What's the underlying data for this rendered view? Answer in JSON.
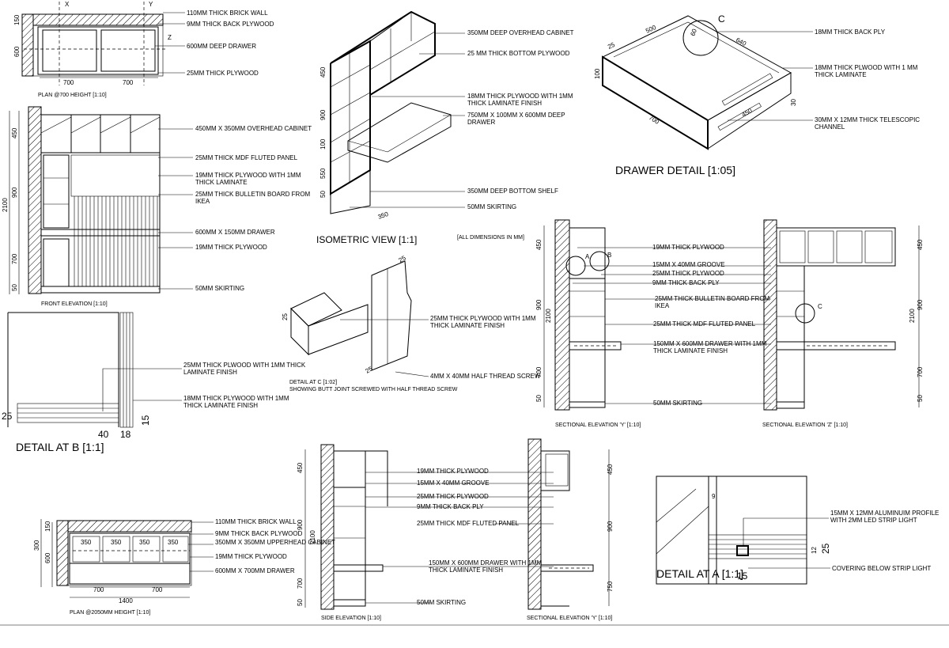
{
  "plan700": {
    "axis_x": "X",
    "axis_y": "Y",
    "axis_z": "Z",
    "labels": [
      "110MM THICK BRICK WALL",
      "9MM THICK BACK PLYWOOD",
      "600MM DEEP DRAWER",
      "25MM THICK PLYWOOD"
    ],
    "dims": [
      "150",
      "600",
      "700",
      "700"
    ],
    "title": "PLAN @700 HEIGHT [1:10]"
  },
  "front_elevation": {
    "labels": [
      "450MM X 350MM OVERHEAD CABINET",
      "25MM THICK MDF FLUTED PANEL",
      "19MM THICK PLYWOOD WITH 1MM THICK LAMINATE",
      "25MM THICK BULLETIN BOARD FROM IKEA",
      "600MM X 150MM DRAWER",
      "19MM THICK PLYWOOD",
      "50MM SKIRTING"
    ],
    "dims": [
      "450",
      "900",
      "2100",
      "700",
      "50"
    ],
    "title": "FRONT ELEVATION [1:10]"
  },
  "isometric": {
    "labels": [
      "350MM DEEP OVERHEAD CABINET",
      "25 MM THICK BOTTOM PLYWOOD",
      "18MM THICK PLYWOOD WITH 1MM THICK LAMINATE FINISH",
      "750MM X 100MM X 600MM DEEP DRAWER",
      "350MM DEEP BOTTOM SHELF",
      "50MM SKIRTING"
    ],
    "dims": [
      "450",
      "900",
      "100",
      "550",
      "50",
      "350"
    ],
    "title": "ISOMETRIC VIEW [1:1]",
    "note": "[ALL DIMENSIONS IN MM]"
  },
  "drawer_detail": {
    "labels": [
      "18MM THICK BACK PLY",
      "18MM THICK PLWOOD WITH 1 MM THICK LAMINATE",
      "30MM X 12MM THICK TELESCOPIC CHANNEL"
    ],
    "dims": [
      "500",
      "640",
      "25",
      "60",
      "100",
      "700",
      "30",
      "450"
    ],
    "marker": "C",
    "title": "DRAWER DETAIL [1:05]"
  },
  "detail_b": {
    "labels": [
      "25MM THICK PLWOOD WITH 1MM THICK LAMINATE FINISH",
      "18MM THICK PLYWOOD WITH 1MM THICK LAMINATE FINISH"
    ],
    "dims": [
      "25",
      "40",
      "18",
      "15"
    ],
    "title": "DETAIL AT B [1:1]"
  },
  "detail_c": {
    "labels": [
      "25MM THICK PLYWOOD WITH 1MM THICK LAMINATE FINISH",
      "4MM X 40MM HALF THREAD SCREW"
    ],
    "dims": [
      "25",
      "25",
      "25"
    ],
    "title": "DETAIL AT C [1:02]",
    "subtitle": "SHOWING BUTT JOINT SCREWED WITH HALF THREAD SCREW"
  },
  "sectional_y_top": {
    "labels": [
      "19MM THICK PLYWOOD",
      "15MM X 40MM GROOVE",
      "25MM THICK PLYWOOD",
      "9MM THICK BACK PLY",
      "25MM THICK BULLETIN BOARD FROM IKEA",
      "25MM THICK MDF FLUTED PANEL",
      "150MM X 600MM DRAWER WITH 1MM THICK LAMINATE FINISH",
      "50MM SKIRTING"
    ],
    "markers": [
      "A",
      "B"
    ],
    "dims": [
      "450",
      "900",
      "2100",
      "700",
      "50"
    ],
    "title": "SECTIONAL ELEVATION 'Y' [1:10]"
  },
  "sectional_z": {
    "marker": "C",
    "dims": [
      "450",
      "900",
      "2100",
      "700",
      "50"
    ],
    "title": "SECTIONAL ELEVATION 'Z' [1:10]"
  },
  "plan2050": {
    "labels": [
      "110MM THICK BRICK WALL",
      "9MM THICK BACK PLYWOOD",
      "350MM X 350MM UPPERHEAD CABINET",
      "19MM THICK PLYWOOD",
      "600MM X 700MM DRAWER"
    ],
    "dims": [
      "350",
      "350",
      "350",
      "350",
      "150",
      "300",
      "600",
      "700",
      "700",
      "1400"
    ],
    "title": "PLAN @2050MM HEIGHT [1:10]"
  },
  "side_elevation": {
    "labels": [
      "19MM THICK PLYWOOD",
      "15MM X 40MM GROOVE",
      "25MM THICK PLYWOOD",
      "9MM THICK BACK PLY",
      "25MM THICK MDF FLUTED PANEL",
      "150MM X 600MM DRAWER WITH 1MM THICK LAMINATE FINISH",
      "50MM SKIRTING"
    ],
    "dims": [
      "450",
      "900",
      "2100",
      "700",
      "50"
    ],
    "title": "SIDE ELEVATION [1:10]"
  },
  "sectional_y_bottom": {
    "dims": [
      "450",
      "900",
      "750"
    ],
    "title": "SECTIONAL ELEVATION 'Y' [1:10]"
  },
  "detail_a": {
    "labels": [
      "15MM X 12MM ALUMINUIM PROFILE WITH 2MM LED STRIP LIGHT",
      "COVERING BELOW STRIP LIGHT"
    ],
    "dims": [
      "9",
      "12",
      "25",
      "15"
    ],
    "title": "DETAIL AT A [1:1]"
  }
}
